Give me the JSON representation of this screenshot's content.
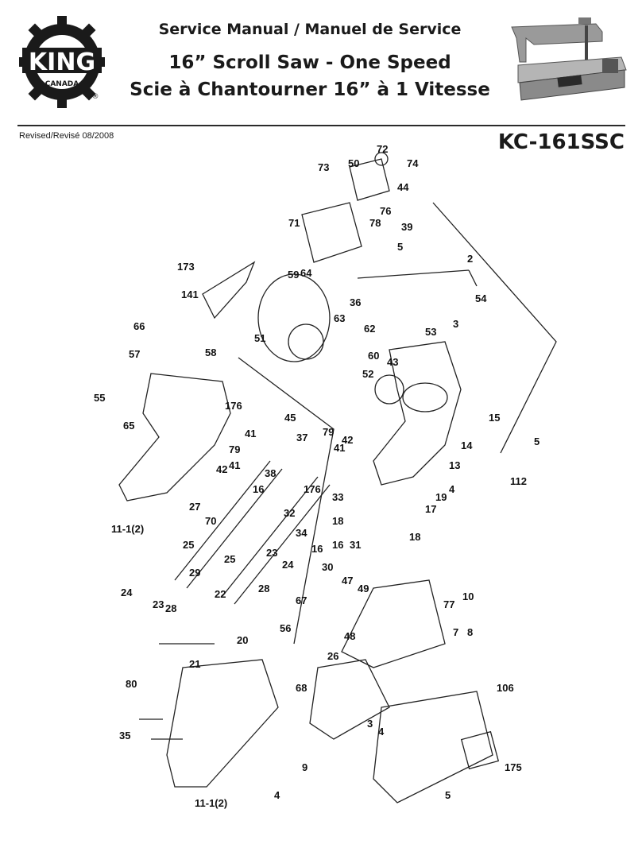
{
  "header": {
    "brand": "KING",
    "brand_sub": "CANADA",
    "registered": "®",
    "title_line1": "Service Manual / Manuel de Service",
    "title_line2": "16” Scroll Saw - One Speed",
    "title_line3": "Scie à Chantourner 16” à 1 Vitesse",
    "revised": "Revised/Revisé 08/2008",
    "model": "KC-161SSC"
  },
  "parts": [
    {
      "label": "73"
    },
    {
      "label": "50"
    },
    {
      "label": "72"
    },
    {
      "label": "74"
    },
    {
      "label": "44"
    },
    {
      "label": "76"
    },
    {
      "label": "78"
    },
    {
      "label": "71"
    },
    {
      "label": "39"
    },
    {
      "label": "5"
    },
    {
      "label": "2"
    },
    {
      "label": "173"
    },
    {
      "label": "141"
    },
    {
      "label": "59"
    },
    {
      "label": "64"
    },
    {
      "label": "36"
    },
    {
      "label": "63"
    },
    {
      "label": "62"
    },
    {
      "label": "54"
    },
    {
      "label": "51"
    },
    {
      "label": "3"
    },
    {
      "label": "53"
    },
    {
      "label": "66"
    },
    {
      "label": "57"
    },
    {
      "label": "58"
    },
    {
      "label": "60"
    },
    {
      "label": "52"
    },
    {
      "label": "43"
    },
    {
      "label": "55"
    },
    {
      "label": "65"
    },
    {
      "label": "176"
    },
    {
      "label": "45"
    },
    {
      "label": "41"
    },
    {
      "label": "37"
    },
    {
      "label": "79"
    },
    {
      "label": "42"
    },
    {
      "label": "15"
    },
    {
      "label": "5"
    },
    {
      "label": "41"
    },
    {
      "label": "79"
    },
    {
      "label": "42"
    },
    {
      "label": "41"
    },
    {
      "label": "14"
    },
    {
      "label": "13"
    },
    {
      "label": "38"
    },
    {
      "label": "16"
    },
    {
      "label": "176"
    },
    {
      "label": "33"
    },
    {
      "label": "19"
    },
    {
      "label": "4"
    },
    {
      "label": "18"
    },
    {
      "label": "17"
    },
    {
      "label": "112"
    },
    {
      "label": "27"
    },
    {
      "label": "70"
    },
    {
      "label": "11-1(2)"
    },
    {
      "label": "32"
    },
    {
      "label": "34"
    },
    {
      "label": "16"
    },
    {
      "label": "31"
    },
    {
      "label": "18"
    },
    {
      "label": "25"
    },
    {
      "label": "25"
    },
    {
      "label": "16"
    },
    {
      "label": "30"
    },
    {
      "label": "29"
    },
    {
      "label": "23"
    },
    {
      "label": "24"
    },
    {
      "label": "22"
    },
    {
      "label": "28"
    },
    {
      "label": "24"
    },
    {
      "label": "23"
    },
    {
      "label": "28"
    },
    {
      "label": "47"
    },
    {
      "label": "49"
    },
    {
      "label": "77"
    },
    {
      "label": "10"
    },
    {
      "label": "67"
    },
    {
      "label": "7"
    },
    {
      "label": "8"
    },
    {
      "label": "20"
    },
    {
      "label": "56"
    },
    {
      "label": "48"
    },
    {
      "label": "21"
    },
    {
      "label": "26"
    },
    {
      "label": "68"
    },
    {
      "label": "106"
    },
    {
      "label": "80"
    },
    {
      "label": "3"
    },
    {
      "label": "4"
    },
    {
      "label": "35"
    },
    {
      "label": "9"
    },
    {
      "label": "175"
    },
    {
      "label": "4"
    },
    {
      "label": "5"
    },
    {
      "label": "11-1(2)"
    }
  ]
}
